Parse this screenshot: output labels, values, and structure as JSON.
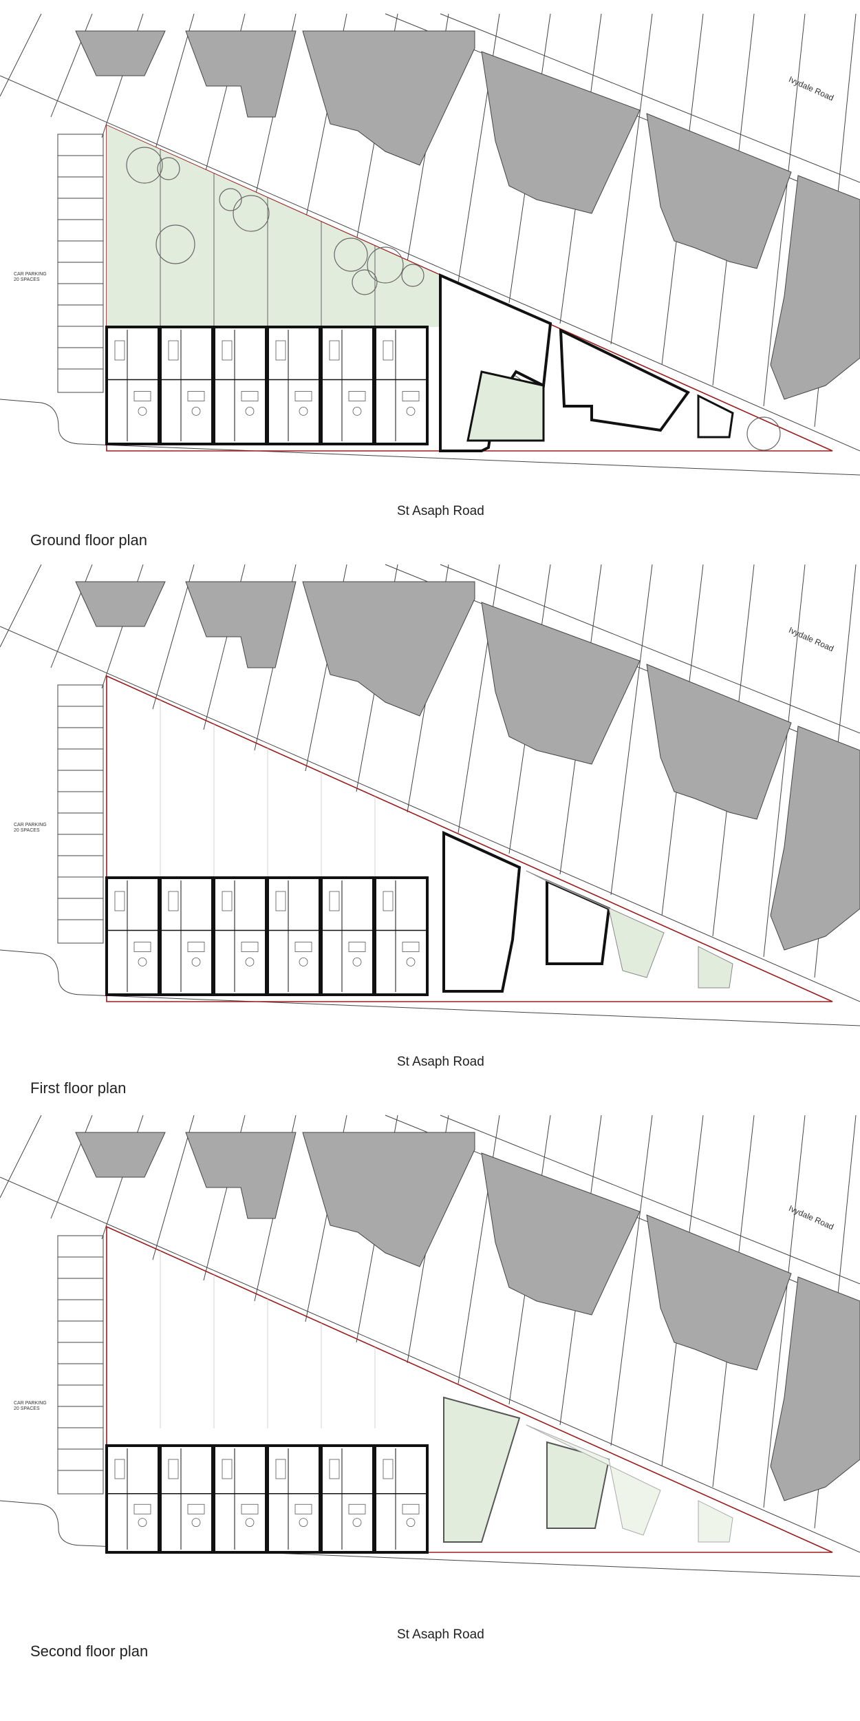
{
  "floors": [
    {
      "title": "Ground floor plan",
      "road": "St Asaph Road",
      "street": "Ivydale Road",
      "parking": [
        "CAR PARKING",
        "20 SPACES"
      ],
      "level": "ground"
    },
    {
      "title": "First floor plan",
      "road": "St Asaph Road",
      "street": "Ivydale Road",
      "parking": [
        "CAR PARKING",
        "20 SPACES"
      ],
      "level": "first"
    },
    {
      "title": "Second floor plan",
      "road": "St Asaph Road",
      "street": "Ivydale Road",
      "parking": [
        "CAR PARKING",
        "20 SPACES"
      ],
      "level": "second"
    }
  ],
  "colors": {
    "site_boundary": "#9b1b1b",
    "existing_building": "#a9a9a9",
    "garden": "#e2ecdc",
    "wall": "#111111",
    "linework": "#444444"
  }
}
